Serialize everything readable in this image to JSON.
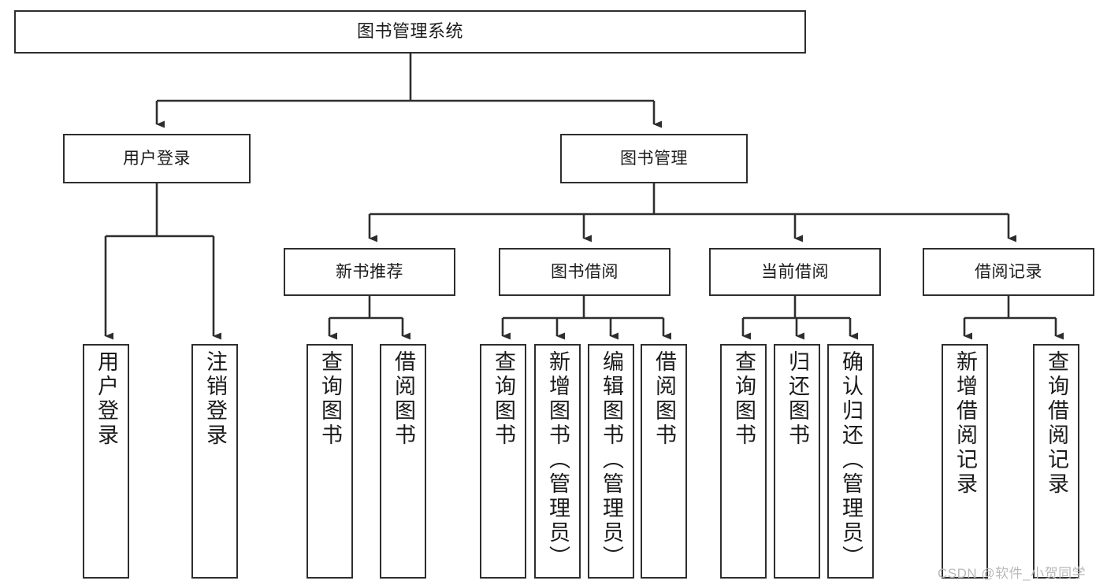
{
  "diagram": {
    "title": "图书管理系统",
    "type": "hierarchy-tree",
    "levels": 4,
    "colors": {
      "box_border": "#2e2e2e",
      "box_fill": "#ffffff",
      "connector": "#2e2e2e",
      "background": "#ffffff",
      "watermark": "#b9b9b9"
    },
    "root": {
      "label": "图书管理系统"
    },
    "level2": [
      {
        "id": "user-login",
        "label": "用户登录"
      },
      {
        "id": "book-manage",
        "label": "图书管理"
      }
    ],
    "level3": [
      {
        "id": "new-book-recommend",
        "label": "新书推荐",
        "parent": "book-manage"
      },
      {
        "id": "book-borrow",
        "label": "图书借阅",
        "parent": "book-manage"
      },
      {
        "id": "current-borrow",
        "label": "当前借阅",
        "parent": "book-manage"
      },
      {
        "id": "borrow-record",
        "label": "借阅记录",
        "parent": "book-manage"
      }
    ],
    "leaves": {
      "user-login": [
        {
          "id": "leaf-user-login",
          "label": "用户登录"
        },
        {
          "id": "leaf-logout",
          "label": "注销登录"
        }
      ],
      "new-book-recommend": [
        {
          "id": "leaf-query-book-1",
          "label": "查询图书"
        },
        {
          "id": "leaf-borrow-book-1",
          "label": "借阅图书"
        }
      ],
      "book-borrow": [
        {
          "id": "leaf-query-book-2",
          "label": "查询图书"
        },
        {
          "id": "leaf-add-book",
          "label": "新增图书（管理员）"
        },
        {
          "id": "leaf-edit-book",
          "label": "编辑图书（管理员）"
        },
        {
          "id": "leaf-borrow-book-2",
          "label": "借阅图书"
        }
      ],
      "current-borrow": [
        {
          "id": "leaf-query-book-3",
          "label": "查询图书"
        },
        {
          "id": "leaf-return-book",
          "label": "归还图书"
        },
        {
          "id": "leaf-confirm-return",
          "label": "确认归还（管理员）"
        }
      ],
      "borrow-record": [
        {
          "id": "leaf-add-record",
          "label": "新增借阅记录"
        },
        {
          "id": "leaf-query-record",
          "label": "查询借阅记录"
        }
      ]
    },
    "watermark": "CSDN @软件_小贺同学"
  }
}
